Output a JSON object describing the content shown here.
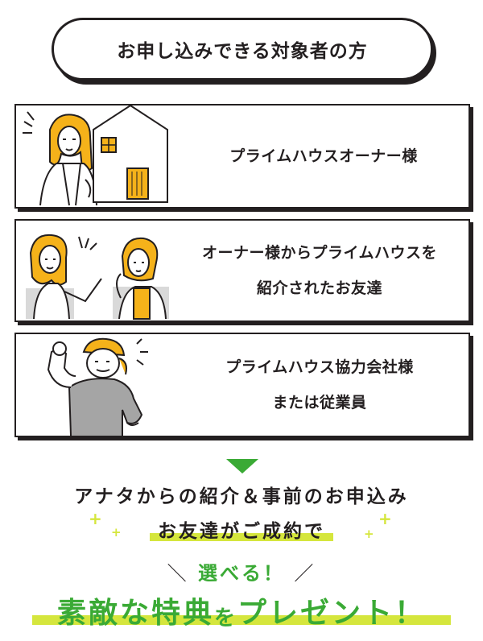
{
  "header": {
    "title": "お申し込みできる対象者の方"
  },
  "cards": [
    {
      "lines": [
        "プライムハウスオーナー様"
      ]
    },
    {
      "lines": [
        "オーナー様からプライムハウスを",
        "紹介されたお友達"
      ]
    },
    {
      "lines": [
        "プライムハウス協力会社様",
        "または従業員"
      ]
    }
  ],
  "promo": {
    "line1": "アナタからの紹介＆事前のお申込み",
    "line2": "お友達がご成約で",
    "line3_slash_left": "＼",
    "line3": "選べる！",
    "line3_slash_right": "／",
    "headline_part1": "素敵な特典",
    "headline_part2": "を",
    "headline_part3": "プレゼント！"
  },
  "colors": {
    "accent": "#3aaa35",
    "highlight": "#d5e63d",
    "ink": "#231f20",
    "hair": "#f5b21a"
  }
}
